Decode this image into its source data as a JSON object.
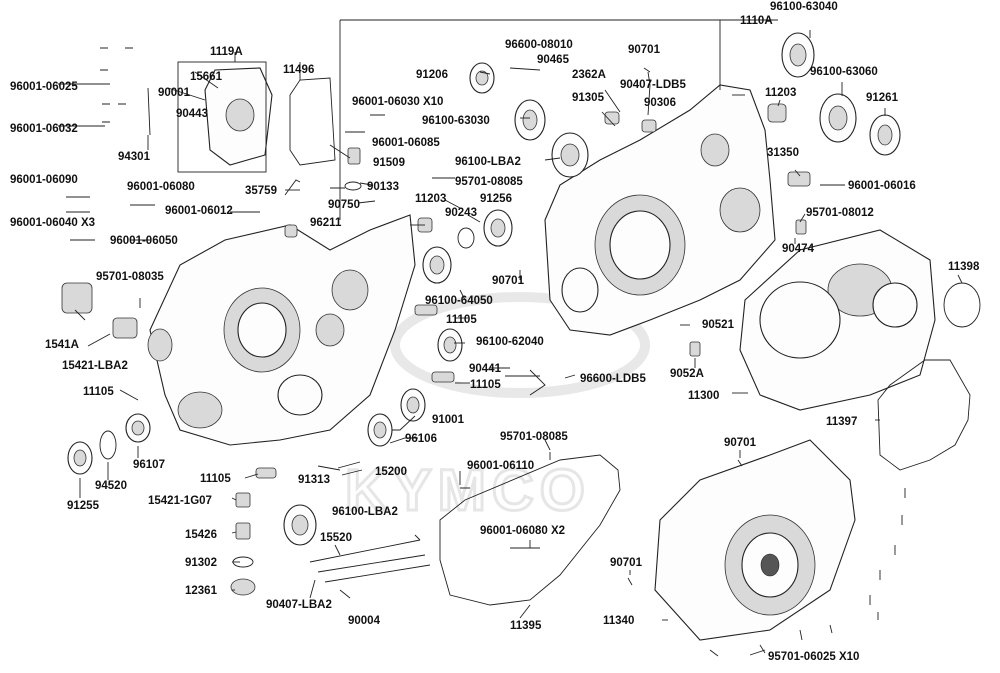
{
  "diagram": {
    "watermark": "KYMCO",
    "labels": [
      {
        "id": "p-96100-63040",
        "text": "96100-63040"
      },
      {
        "id": "p-1110a",
        "text": "1110A"
      },
      {
        "id": "p-96600-08010",
        "text": "96600-08010"
      },
      {
        "id": "p-90701-a",
        "text": "90701"
      },
      {
        "id": "p-1119a",
        "text": "1119A"
      },
      {
        "id": "p-11496",
        "text": "11496"
      },
      {
        "id": "p-90465",
        "text": "90465"
      },
      {
        "id": "p-2362a",
        "text": "2362A"
      },
      {
        "id": "p-90407-ldb5",
        "text": "90407-LDB5"
      },
      {
        "id": "p-96100-63060",
        "text": "96100-63060"
      },
      {
        "id": "p-96001-06025",
        "text": "96001-06025"
      },
      {
        "id": "p-15661",
        "text": "15661"
      },
      {
        "id": "p-91206",
        "text": "91206"
      },
      {
        "id": "p-91305",
        "text": "91305"
      },
      {
        "id": "p-90001",
        "text": "90001"
      },
      {
        "id": "p-90306",
        "text": "90306"
      },
      {
        "id": "p-11203-a",
        "text": "11203"
      },
      {
        "id": "p-91261",
        "text": "91261"
      },
      {
        "id": "p-90443",
        "text": "90443"
      },
      {
        "id": "p-96001-06030-x10",
        "text": "96001-06030 X10"
      },
      {
        "id": "p-96001-06032",
        "text": "96001-06032"
      },
      {
        "id": "p-96100-63030",
        "text": "96100-63030"
      },
      {
        "id": "p-96001-06085",
        "text": "96001-06085"
      },
      {
        "id": "p-94301",
        "text": "94301"
      },
      {
        "id": "p-96100-lba2",
        "text": "96100-LBA2"
      },
      {
        "id": "p-31350",
        "text": "31350"
      },
      {
        "id": "p-91509",
        "text": "91509"
      },
      {
        "id": "p-96001-06090",
        "text": "96001-06090"
      },
      {
        "id": "p-95701-08085-a",
        "text": "95701-08085"
      },
      {
        "id": "p-96001-06016",
        "text": "96001-06016"
      },
      {
        "id": "p-90133",
        "text": "90133"
      },
      {
        "id": "p-96001-06080",
        "text": "96001-06080"
      },
      {
        "id": "p-35759",
        "text": "35759"
      },
      {
        "id": "p-11203-b",
        "text": "11203"
      },
      {
        "id": "p-91256",
        "text": "91256"
      },
      {
        "id": "p-96001-06012",
        "text": "96001-06012"
      },
      {
        "id": "p-90750",
        "text": "90750"
      },
      {
        "id": "p-90243",
        "text": "90243"
      },
      {
        "id": "p-95701-08012",
        "text": "95701-08012"
      },
      {
        "id": "p-96001-06040-x3",
        "text": "96001-06040 X3"
      },
      {
        "id": "p-96211",
        "text": "96211"
      },
      {
        "id": "p-96001-06050",
        "text": "96001-06050"
      },
      {
        "id": "p-90474",
        "text": "90474"
      },
      {
        "id": "p-11398",
        "text": "11398"
      },
      {
        "id": "p-90701-b",
        "text": "90701"
      },
      {
        "id": "p-95701-08035",
        "text": "95701-08035"
      },
      {
        "id": "p-96100-64050",
        "text": "96100-64050"
      },
      {
        "id": "p-11105-a",
        "text": "11105"
      },
      {
        "id": "p-90521",
        "text": "90521"
      },
      {
        "id": "p-1541a",
        "text": "1541A"
      },
      {
        "id": "p-96100-62040",
        "text": "96100-62040"
      },
      {
        "id": "p-15421-lba2",
        "text": "15421-LBA2"
      },
      {
        "id": "p-90441",
        "text": "90441"
      },
      {
        "id": "p-96600-ldb5",
        "text": "96600-LDB5"
      },
      {
        "id": "p-9052a",
        "text": "9052A"
      },
      {
        "id": "p-11105-b",
        "text": "11105"
      },
      {
        "id": "p-11105-c",
        "text": "11105"
      },
      {
        "id": "p-11300",
        "text": "11300"
      },
      {
        "id": "p-91001",
        "text": "91001"
      },
      {
        "id": "p-11397",
        "text": "11397"
      },
      {
        "id": "p-96106",
        "text": "96106"
      },
      {
        "id": "p-95701-08085-b",
        "text": "95701-08085"
      },
      {
        "id": "p-90701-c",
        "text": "90701"
      },
      {
        "id": "p-96107",
        "text": "96107"
      },
      {
        "id": "p-94520",
        "text": "94520"
      },
      {
        "id": "p-11105-d",
        "text": "11105"
      },
      {
        "id": "p-91313",
        "text": "91313"
      },
      {
        "id": "p-15200",
        "text": "15200"
      },
      {
        "id": "p-96001-06110",
        "text": "96001-06110"
      },
      {
        "id": "p-91255",
        "text": "91255"
      },
      {
        "id": "p-15421-1g07",
        "text": "15421-1G07"
      },
      {
        "id": "p-96100-lba2-b",
        "text": "96100-LBA2"
      },
      {
        "id": "p-15426",
        "text": "15426"
      },
      {
        "id": "p-15520",
        "text": "15520"
      },
      {
        "id": "p-96001-06080-x2",
        "text": "96001-06080 X2"
      },
      {
        "id": "p-91302",
        "text": "91302"
      },
      {
        "id": "p-90701-d",
        "text": "90701"
      },
      {
        "id": "p-12361",
        "text": "12361"
      },
      {
        "id": "p-90407-lba2",
        "text": "90407-LBA2"
      },
      {
        "id": "p-90004",
        "text": "90004"
      },
      {
        "id": "p-11395",
        "text": "11395"
      },
      {
        "id": "p-11340",
        "text": "11340"
      },
      {
        "id": "p-95701-06025-x10",
        "text": "95701-06025 X10"
      }
    ]
  }
}
